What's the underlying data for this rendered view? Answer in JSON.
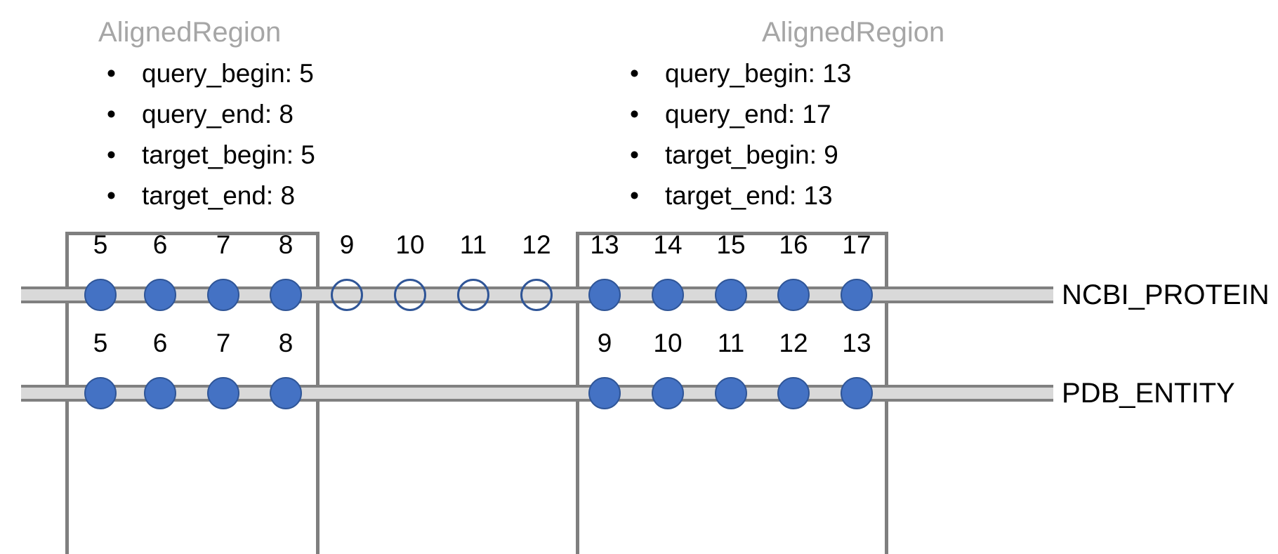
{
  "diagram": {
    "title_text": "AlignedRegion",
    "annotations": [
      {
        "title": "AlignedRegion",
        "bullet": "•",
        "items": [
          "query_begin: 5",
          "query_end: 8",
          "target_begin: 5",
          "target_end: 8"
        ]
      },
      {
        "title": "AlignedRegion",
        "bullet": "•",
        "items": [
          "query_begin: 13",
          "query_end: 17",
          "target_begin: 9",
          "target_end: 13"
        ]
      }
    ],
    "tracks": [
      {
        "label": "NCBI_PROTEIN",
        "role": "query",
        "positions": [
          {
            "index": "5",
            "state": "aligned"
          },
          {
            "index": "6",
            "state": "aligned"
          },
          {
            "index": "7",
            "state": "aligned"
          },
          {
            "index": "8",
            "state": "aligned"
          },
          {
            "index": "9",
            "state": "unaligned"
          },
          {
            "index": "10",
            "state": "unaligned"
          },
          {
            "index": "11",
            "state": "unaligned"
          },
          {
            "index": "12",
            "state": "unaligned"
          },
          {
            "index": "13",
            "state": "aligned"
          },
          {
            "index": "14",
            "state": "aligned"
          },
          {
            "index": "15",
            "state": "aligned"
          },
          {
            "index": "16",
            "state": "aligned"
          },
          {
            "index": "17",
            "state": "aligned"
          }
        ]
      },
      {
        "label": "PDB_ENTITY",
        "role": "target",
        "positions": [
          {
            "index": "5",
            "state": "aligned"
          },
          {
            "index": "6",
            "state": "aligned"
          },
          {
            "index": "7",
            "state": "aligned"
          },
          {
            "index": "8",
            "state": "aligned"
          },
          {
            "index": "",
            "state": "none"
          },
          {
            "index": "",
            "state": "none"
          },
          {
            "index": "",
            "state": "none"
          },
          {
            "index": "",
            "state": "none"
          },
          {
            "index": "9",
            "state": "aligned"
          },
          {
            "index": "10",
            "state": "aligned"
          },
          {
            "index": "11",
            "state": "aligned"
          },
          {
            "index": "12",
            "state": "aligned"
          },
          {
            "index": "13",
            "state": "aligned"
          }
        ]
      }
    ],
    "colors": {
      "aligned_fill": "#4472C4",
      "circle_stroke": "#2F5597",
      "track_fill": "#D9D9D9",
      "track_stroke": "#808080",
      "region_box_stroke": "#7F7F7F",
      "title_gray": "#A6A6A6",
      "text_black": "#000000",
      "background": "#FFFFFF"
    }
  }
}
